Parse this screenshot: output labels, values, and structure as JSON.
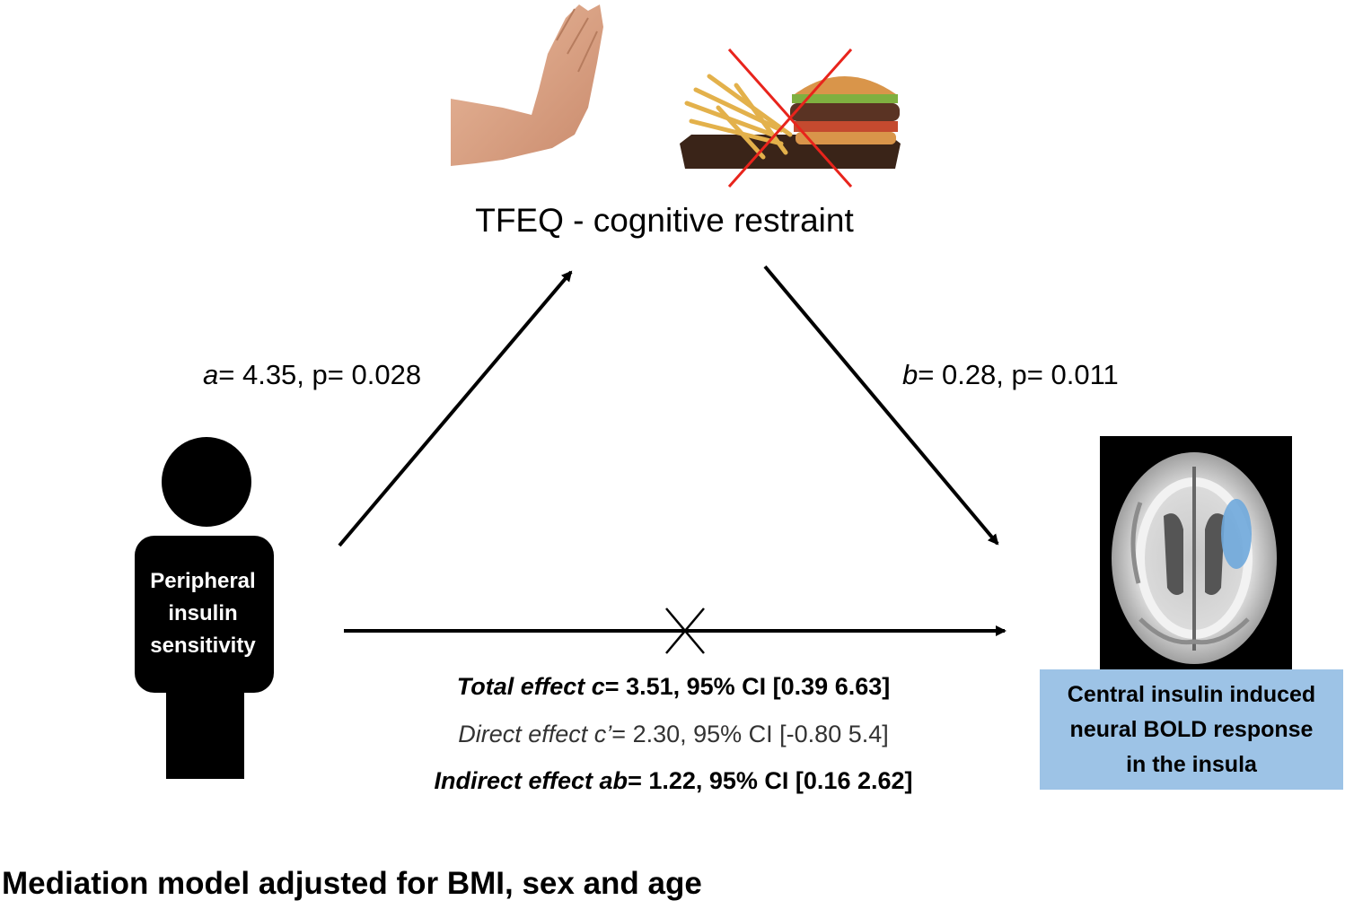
{
  "mediator": {
    "label": "TFEQ - cognitive restraint"
  },
  "paths": {
    "a": {
      "symbol": "a",
      "text": "= 4.35, p= 0.028"
    },
    "b": {
      "symbol": "b",
      "text": "= 0.28, p= 0.011"
    }
  },
  "predictor": {
    "label": "Peripheral insulin sensitivity"
  },
  "outcome": {
    "label": "Central insulin induced neural BOLD response in the insula"
  },
  "effects": {
    "total": {
      "name": "Total effect c",
      "text": "= 3.51, 95% CI [0.39 6.63]"
    },
    "direct": {
      "name": "Direct effect c’",
      "text": "= 2.30, 95% CI [-0.80 5.4]"
    },
    "indirect": {
      "name": "Indirect effect ab",
      "text": "= 1.22, 95% CI [0.16 2.62]"
    }
  },
  "caption": "Mediation model adjusted for BMI, sex and age",
  "colors": {
    "outcome_box": "#9dc3e6",
    "cross_out": "#e8241c",
    "insula_highlight": "#6fa8dc",
    "brain_background": "#000000"
  },
  "icons": [
    "stop-hand-icon",
    "fast-food-icon",
    "person-silhouette-icon",
    "brain-scan-icon"
  ]
}
